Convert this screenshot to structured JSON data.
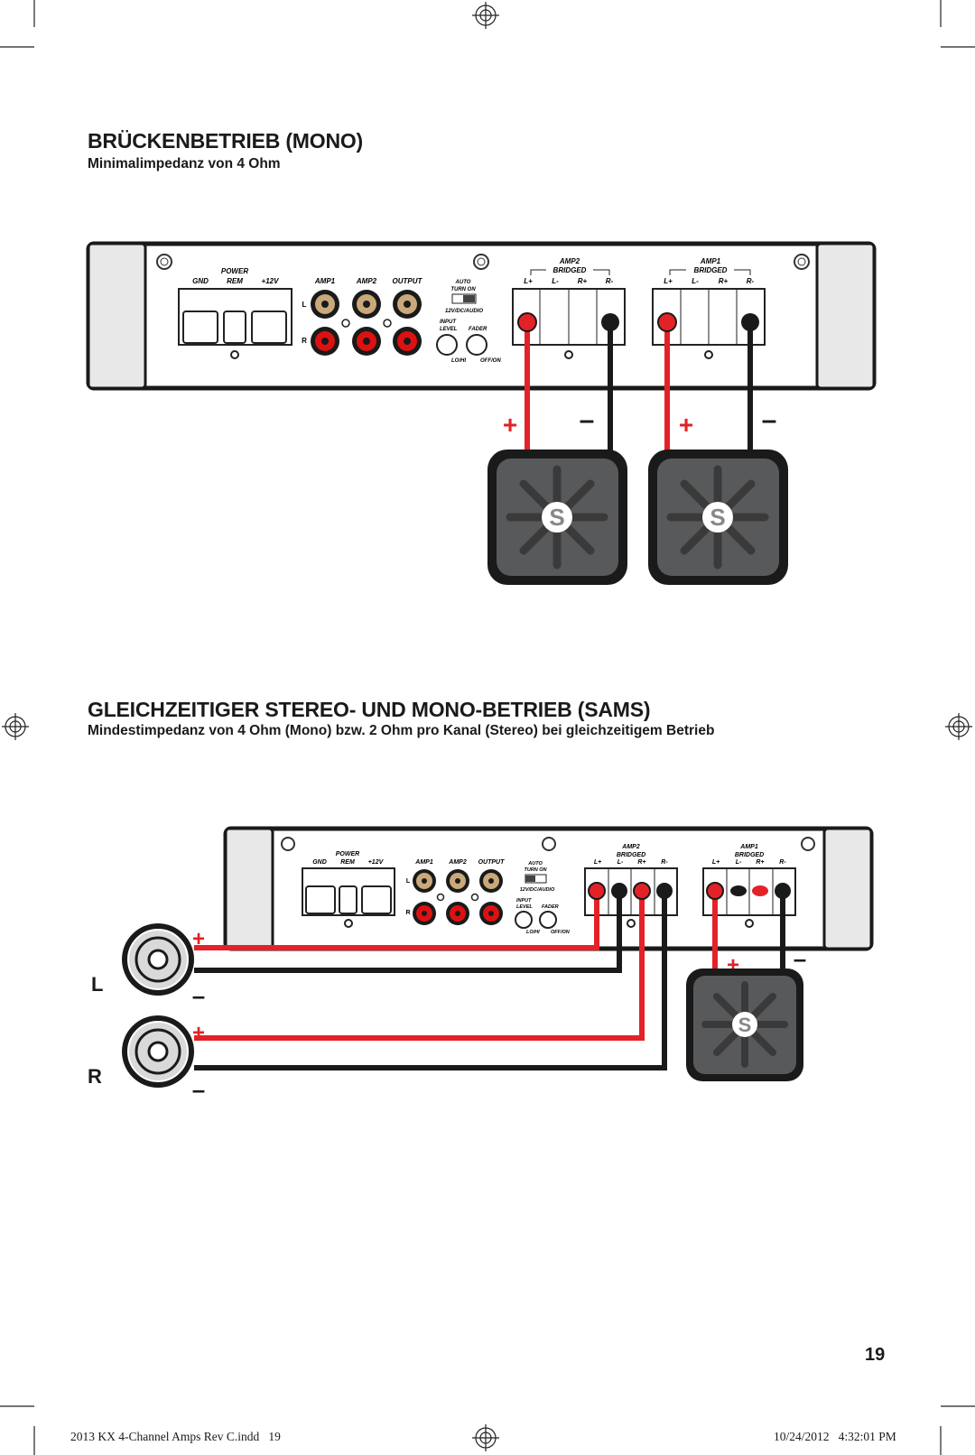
{
  "section1": {
    "title": "BRÜCKENBETRIEB (MONO)",
    "subtitle": "Minimalimpedanz von 4 Ohm"
  },
  "section2": {
    "title": "GLEICHZEITIGER STEREO- UND MONO-BETRIEB (SAMS)",
    "subtitle": "Mindestimpedanz von 4 Ohm (Mono) bzw. 2 Ohm pro Kanal (Stereo) bei gleichzeitigem Betrieb"
  },
  "amp_labels": {
    "power": "POWER",
    "gnd": "GND",
    "rem": "REM",
    "v12": "+12V",
    "amp1": "AMP1",
    "amp2": "AMP2",
    "output": "OUTPUT",
    "l": "L",
    "r": "R",
    "auto": "AUTO",
    "turn_on": "TURN ON",
    "mode": "12V/DC/AUDIO",
    "input": "INPUT",
    "level": "LEVEL",
    "fader": "FADER",
    "lohi": "LO/HI",
    "offon": "OFF/ON",
    "bridged": "BRIDGED",
    "lp": "L+",
    "lm": "L-",
    "rp": "R+",
    "rm": "R-"
  },
  "polarity": {
    "plus": "+",
    "minus": "–"
  },
  "speakers": {
    "left": "L",
    "right": "R"
  },
  "page_number": "19",
  "footer": {
    "file": "2013 KX 4-Channel Amps Rev C.indd   19",
    "date": "10/24/2012   4:32:01 PM"
  }
}
